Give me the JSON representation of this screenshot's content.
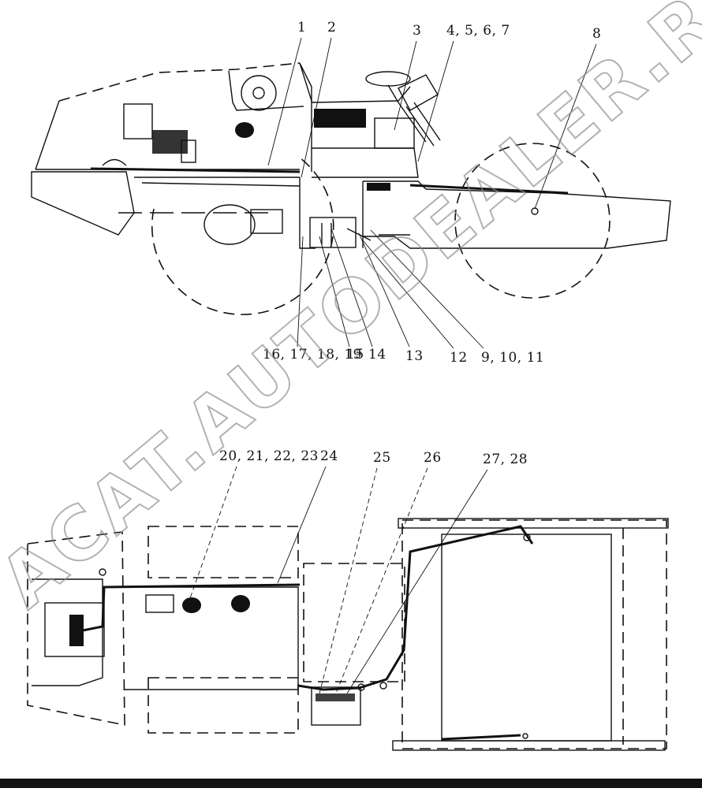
{
  "diagram": {
    "side_view_callouts": [
      "1",
      "2",
      "3",
      "4, 5, 6, 7",
      "8",
      "16, 17, 18, 19",
      "15",
      "14",
      "13",
      "12",
      "9, 10, 11"
    ],
    "top_view_callouts": [
      "20, 21, 22, 23",
      "24",
      "25",
      "26",
      "27, 28"
    ],
    "watermark": "ACAT.AUTODEALER.RU",
    "colors": {
      "ink": "#111111",
      "watermark": "#8a8a8a",
      "background": "#ffffff"
    }
  }
}
